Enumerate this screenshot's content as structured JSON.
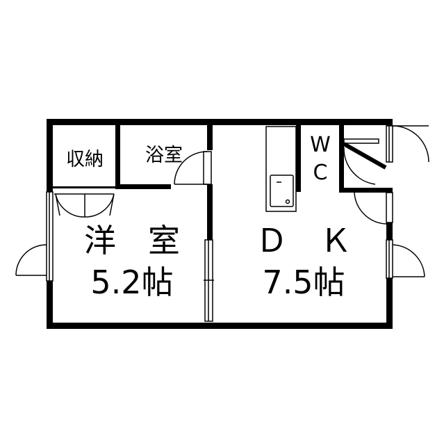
{
  "floor_plan": {
    "rooms": {
      "storage": {
        "label": "収納"
      },
      "bath": {
        "label": "浴室"
      },
      "wc_top": {
        "label": "W"
      },
      "wc_bottom": {
        "label": "C"
      },
      "western_room": {
        "name": "洋　室",
        "size": "5.2帖"
      },
      "dining_kitchen": {
        "name": "Ｄ　Ｋ",
        "size": "7.5帖"
      }
    },
    "colors": {
      "wall": "#000000",
      "background": "#ffffff"
    }
  }
}
